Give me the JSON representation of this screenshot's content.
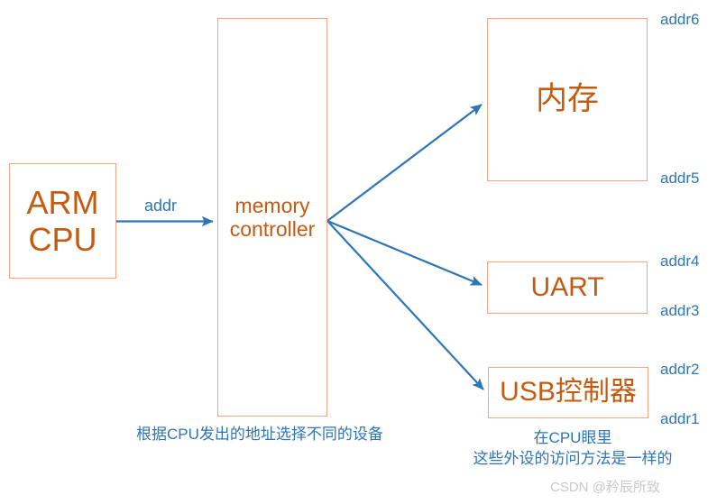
{
  "diagram": {
    "title_colors": {
      "box_border": "#f2a585",
      "box_text": "#c55a11",
      "arrow": "#2e75b6",
      "label_text": "#2e75b6",
      "watermark": "#c9c9c9",
      "background": "#ffffff"
    },
    "boxes": [
      {
        "id": "cpu",
        "label": "ARM\nCPU"
      },
      {
        "id": "memory_controller",
        "label": "memory\ncontroller"
      },
      {
        "id": "ram",
        "label": "内存"
      },
      {
        "id": "uart",
        "label": "UART"
      },
      {
        "id": "usb",
        "label": "USB控制器"
      }
    ],
    "bus_label": "addr",
    "address_labels": [
      {
        "id": "addr6",
        "text": "addr6"
      },
      {
        "id": "addr5",
        "text": "addr5"
      },
      {
        "id": "addr4",
        "text": "addr4"
      },
      {
        "id": "addr3",
        "text": "addr3"
      },
      {
        "id": "addr2",
        "text": "addr2"
      },
      {
        "id": "addr1",
        "text": "addr1"
      }
    ],
    "captions": {
      "left": "根据CPU发出的地址选择不同的设备",
      "right_line1": "在CPU眼里",
      "right_line2": "这些外设的访问方法是一样的"
    },
    "watermark": "CSDN @矜辰所致"
  }
}
